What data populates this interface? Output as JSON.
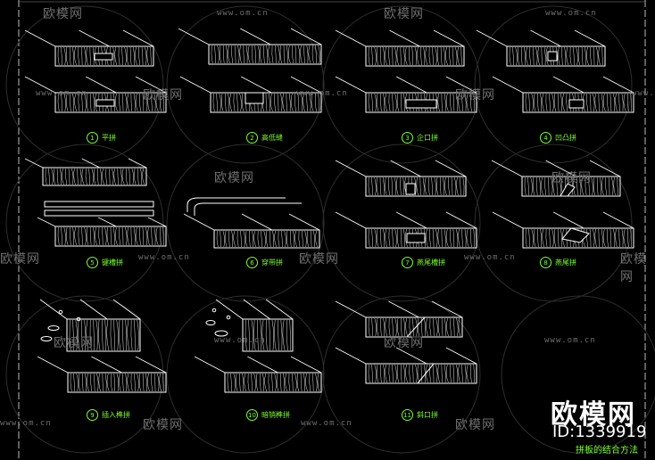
{
  "watermark": {
    "text": "欧模网",
    "url": "www.om.cn"
  },
  "joints": [
    {
      "num": "1",
      "label": "平拼"
    },
    {
      "num": "2",
      "label": "高低缝"
    },
    {
      "num": "3",
      "label": "企口拼"
    },
    {
      "num": "4",
      "label": "凹凸拼"
    },
    {
      "num": "5",
      "label": "键槽拼"
    },
    {
      "num": "6",
      "label": "穿带拼"
    },
    {
      "num": "7",
      "label": "燕尾槽拼"
    },
    {
      "num": "8",
      "label": "燕尾拼"
    },
    {
      "num": "9",
      "label": "插入榫拼"
    },
    {
      "num": "10",
      "label": "暗销榫拼"
    },
    {
      "num": "11",
      "label": "斜口拼"
    }
  ],
  "brand": {
    "name": "欧模网",
    "id": "ID:1339919"
  },
  "footer_title": "拼板的结合方法",
  "colors": {
    "line": "#ffffff",
    "label": "#7cff2a",
    "watermark": "#6e6e6e",
    "bg": "#000000"
  }
}
